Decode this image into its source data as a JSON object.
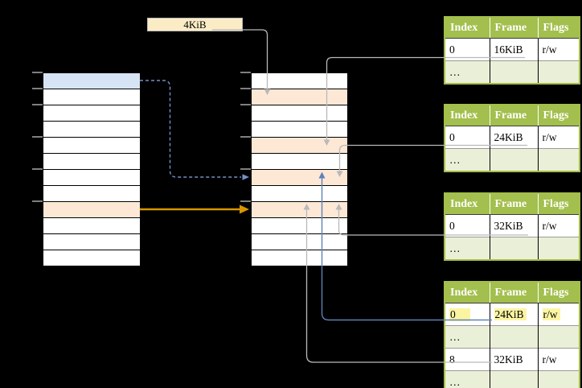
{
  "frame_size_label": "4KiB",
  "page_table_headers": [
    "Index",
    "Frame",
    "Flags"
  ],
  "page_tables": [
    {
      "rows": [
        [
          "0",
          "16KiB",
          "r/w"
        ],
        [
          "…",
          "",
          ""
        ]
      ]
    },
    {
      "rows": [
        [
          "0",
          "24KiB",
          "r/w"
        ],
        [
          "…",
          "",
          ""
        ]
      ]
    },
    {
      "rows": [
        [
          "0",
          "32KiB",
          "r/w"
        ],
        [
          "…",
          "",
          ""
        ]
      ]
    },
    {
      "rows": [
        [
          "0",
          "24KiB",
          "r/w"
        ],
        [
          "…",
          "",
          ""
        ],
        [
          "8",
          "32KiB",
          "r/w"
        ],
        [
          "…",
          "",
          ""
        ]
      ],
      "highlighted_row": 0
    }
  ],
  "virtual_memory": {
    "rows": 12,
    "blue_rows": [
      0
    ],
    "orange_rows": [
      8
    ],
    "tick_rows": [
      0,
      1,
      2,
      4,
      6,
      8
    ]
  },
  "physical_memory": {
    "rows": 12,
    "blue_rows": [],
    "orange_rows": [
      1,
      4,
      6,
      8
    ],
    "tick_rows": [
      0,
      1,
      2,
      4,
      6,
      8
    ]
  },
  "colors": {
    "background": "#000000",
    "table_header_green": "#a3bf4d",
    "table_border_green": "#a4be4a",
    "table_row_green": "#eaf0d8",
    "row_blue": "#d6e4f5",
    "row_orange": "#fde8d6",
    "label_cream": "#fcecc6",
    "highlight_yellow": "#fbf5a2",
    "arrow_gray": "#b9b9b9",
    "arrow_blue": "#5d81b8",
    "arrow_blue_dashed": "#7590c5",
    "arrow_orange": "#d79600"
  }
}
